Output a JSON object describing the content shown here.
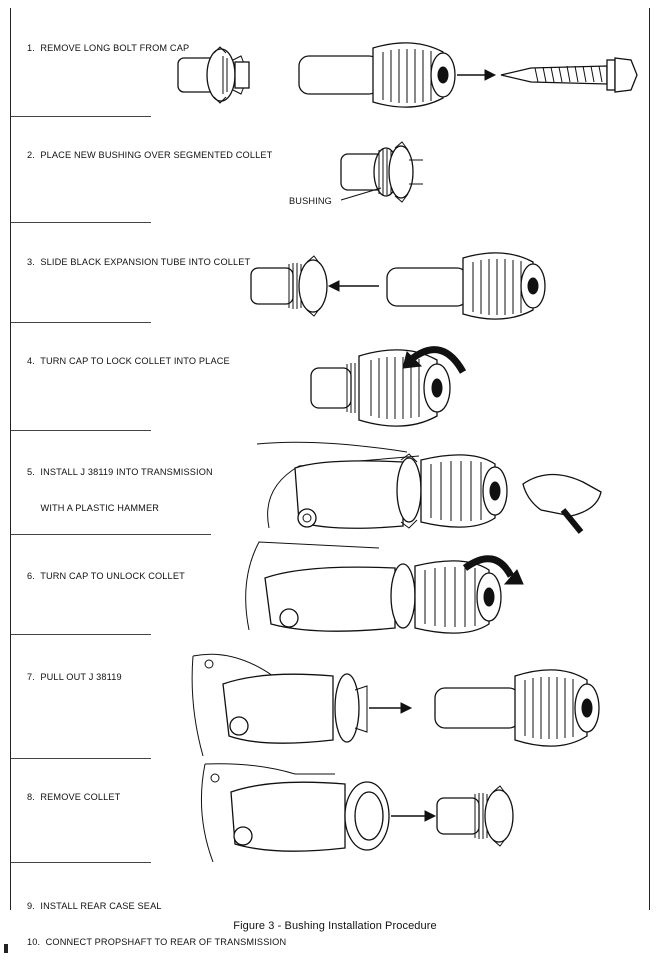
{
  "figure": {
    "caption": "Figure 3 - Bushing Installation Procedure"
  },
  "steps": [
    {
      "lines": [
        "1.  REMOVE LONG BOLT FROM CAP"
      ]
    },
    {
      "lines": [
        "2.  PLACE NEW BUSHING OVER SEGMENTED COLLET"
      ],
      "callout": "BUSHING"
    },
    {
      "lines": [
        "3.  SLIDE BLACK EXPANSION TUBE INTO COLLET"
      ]
    },
    {
      "lines": [
        "4.  TURN CAP TO LOCK COLLET INTO PLACE"
      ]
    },
    {
      "lines": [
        "5.  INSTALL J 38119 INTO TRANSMISSION",
        "     WITH A PLASTIC HAMMER"
      ]
    },
    {
      "lines": [
        "6.  TURN CAP TO UNLOCK COLLET"
      ]
    },
    {
      "lines": [
        "7.  PULL OUT J 38119"
      ]
    },
    {
      "lines": [
        "8.  REMOVE COLLET"
      ]
    },
    {
      "lines": [
        "9.  INSTALL REAR CASE SEAL",
        "10.  CONNECT PROPSHAFT TO REAR OF TRANSMISSION"
      ]
    }
  ]
}
